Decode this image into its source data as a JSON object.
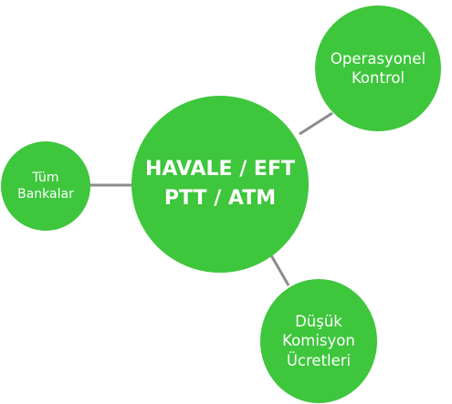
{
  "diagram": {
    "colors": {
      "node_fill": "#3ec63c",
      "connector": "#8c8c8c",
      "text": "#ffffff"
    },
    "center": {
      "line1": "HAVALE / EFT",
      "line2": "PTT / ATM"
    },
    "top_right": {
      "line1": "Operasyonel",
      "line2": "Kontrol"
    },
    "left": {
      "line1": "Tüm",
      "line2": "Bankalar"
    },
    "bottom": {
      "line1": "Düşük",
      "line2": "Komisyon",
      "line3": "Ücretleri"
    }
  }
}
